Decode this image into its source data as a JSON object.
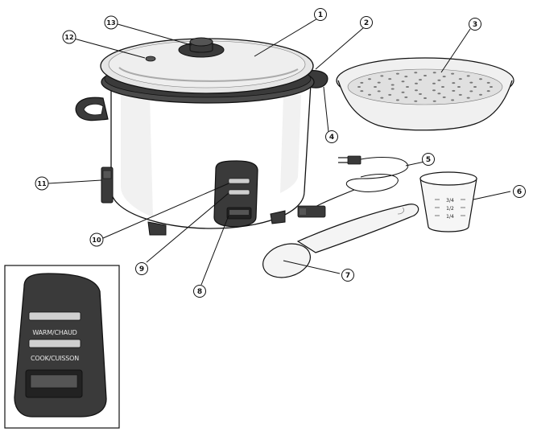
{
  "callouts": [
    {
      "id": "1",
      "label": "①"
    },
    {
      "id": "2",
      "label": "②"
    },
    {
      "id": "3",
      "label": "③"
    },
    {
      "id": "4",
      "label": "④"
    },
    {
      "id": "5",
      "label": "⑤"
    },
    {
      "id": "6",
      "label": "⑥"
    },
    {
      "id": "7",
      "label": "⑦"
    },
    {
      "id": "8",
      "label": "⑧"
    },
    {
      "id": "9",
      "label": "⑨"
    },
    {
      "id": "10",
      "label": "⑩"
    },
    {
      "id": "11",
      "label": "⑪"
    },
    {
      "id": "12",
      "label": "⑫"
    },
    {
      "id": "13",
      "label": "⑬"
    }
  ],
  "measuring_cup": {
    "marks": [
      "3/4",
      "1/2",
      "1/4"
    ]
  },
  "control_panel": {
    "warm_label": "WARM/CHAUD",
    "cook_label": "COOK/CUISSON"
  },
  "colors": {
    "line": "#111111",
    "body_fill": "#ffffff",
    "dark_part": "#3a3a3a",
    "lid_fill": "#e6e6e6",
    "steamer_fill": "#f0f0f0"
  }
}
